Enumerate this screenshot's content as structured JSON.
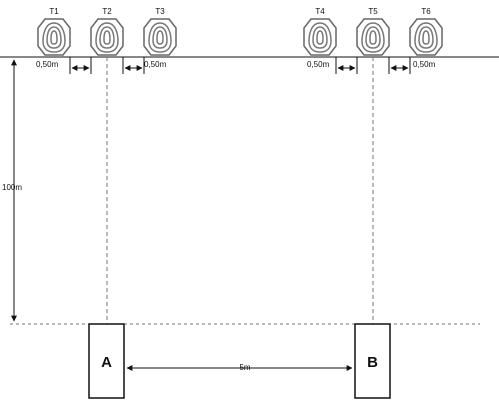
{
  "targets": [
    {
      "label": "T1"
    },
    {
      "label": "T2"
    },
    {
      "label": "T3"
    },
    {
      "label": "T4"
    },
    {
      "label": "T5"
    },
    {
      "label": "T6"
    }
  ],
  "spacing_labels": [
    "0,50m",
    "0,50m",
    "0,50m",
    "0,50m"
  ],
  "distance_label": "100m",
  "width_label": "5m",
  "positions": [
    {
      "label": "A"
    },
    {
      "label": "B"
    }
  ]
}
